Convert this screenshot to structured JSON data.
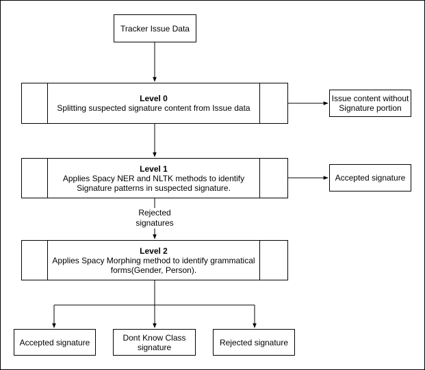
{
  "nodes": {
    "tracker": "Tracker Issue Data",
    "level0": {
      "title": "Level 0",
      "text": "Splitting suspected signature content from Issue data"
    },
    "issue_content": {
      "line1": "Issue content without",
      "line2": "Signature portion"
    },
    "level1": {
      "title": "Level 1",
      "line1": "Applies Spacy NER and NLTK methods to identify",
      "line2": "Signature patterns in suspected signature."
    },
    "accepted_right": "Accepted signature",
    "level2": {
      "title": "Level 2",
      "line1": "Applies Spacy Morphing method to  identify grammatical",
      "line2": "forms(Gender, Person)."
    },
    "accepted_bottom": "Accepted signature",
    "dont_know": {
      "line1": "Dont Know Class",
      "line2": "signature"
    },
    "rejected": "Rejected signature"
  },
  "edges": {
    "rejected_label": {
      "line1": "Rejected",
      "line2": "signatures"
    }
  }
}
